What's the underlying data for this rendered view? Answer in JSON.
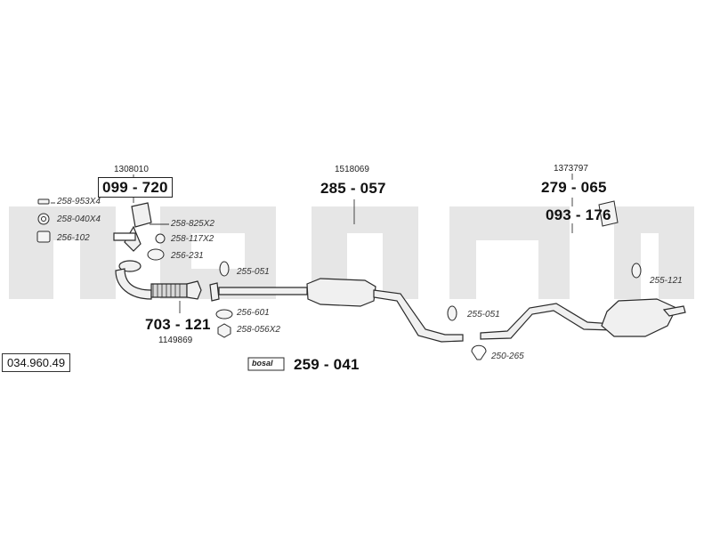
{
  "reference_number": "034.960.49",
  "watermark": "bosal",
  "logo_text": "bosal",
  "colors": {
    "watermark": "#e6e6e6",
    "pipe_fill": "#f0f0f0",
    "line": "#2a2a2a"
  },
  "assemblies": [
    {
      "oe_number": "1308010",
      "part_number": "099 - 720"
    },
    {
      "oe_number": "1518069",
      "part_number": "285 - 057"
    },
    {
      "oe_number": "1373797",
      "part_number": "279 - 065"
    },
    {
      "oe_number": "1149869",
      "part_number": "703 - 121"
    }
  ],
  "bracket_part": "093 - 176",
  "kit_part": "259 - 041",
  "small_parts": [
    "258-953X4",
    "258-040X4",
    "256-102",
    "258-825X2",
    "258-117X2",
    "256-231",
    "255-051",
    "256-601",
    "258-056X2",
    "255-051",
    "250-265",
    "255-121"
  ]
}
